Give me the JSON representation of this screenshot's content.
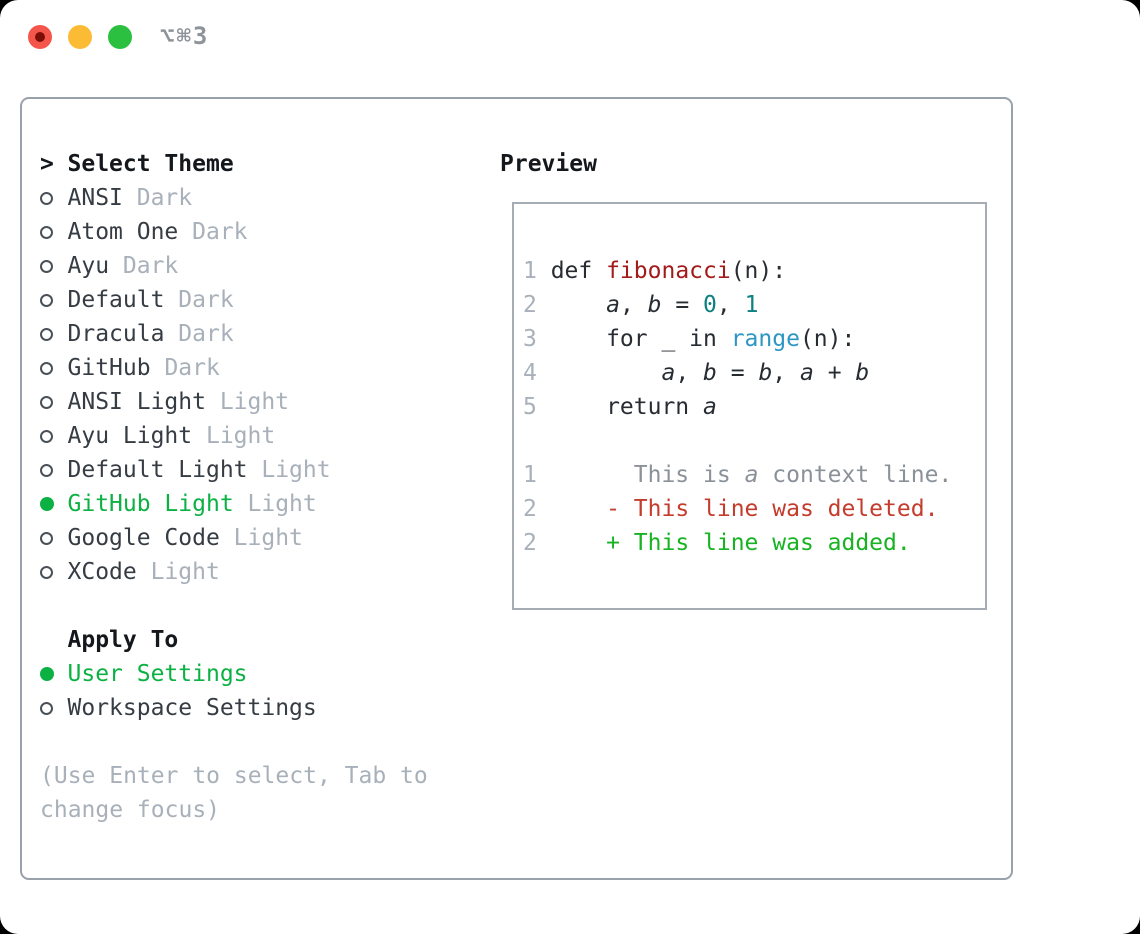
{
  "window": {
    "title": "⌥⌘3",
    "traffic_lights": [
      "close",
      "minimize",
      "zoom"
    ]
  },
  "colors": {
    "selection_green": "#0cb143",
    "diff_added_green": "#17b322",
    "diff_deleted_red": "#c53b2c",
    "function_red": "#a31a1a",
    "number_teal": "#0d8080",
    "builtin_blue": "#2d96c5",
    "muted_gray": "#a8b0ba",
    "panel_border": "#99a1aa"
  },
  "theme_list": {
    "prompt": ">",
    "header": "Select Theme",
    "items": [
      {
        "name": "ANSI",
        "variant": "Dark",
        "selected": false
      },
      {
        "name": "Atom One",
        "variant": "Dark",
        "selected": false
      },
      {
        "name": "Ayu",
        "variant": "Dark",
        "selected": false
      },
      {
        "name": "Default",
        "variant": "Dark",
        "selected": false
      },
      {
        "name": "Dracula",
        "variant": "Dark",
        "selected": false
      },
      {
        "name": "GitHub",
        "variant": "Dark",
        "selected": false
      },
      {
        "name": "ANSI Light",
        "variant": "Light",
        "selected": false
      },
      {
        "name": "Ayu Light",
        "variant": "Light",
        "selected": false
      },
      {
        "name": "Default Light",
        "variant": "Light",
        "selected": false
      },
      {
        "name": "GitHub Light",
        "variant": "Light",
        "selected": true
      },
      {
        "name": "Google Code",
        "variant": "Light",
        "selected": false
      },
      {
        "name": "XCode",
        "variant": "Light",
        "selected": false
      }
    ]
  },
  "apply_to": {
    "header": "Apply To",
    "options": [
      {
        "label": "User Settings",
        "selected": true
      },
      {
        "label": "Workspace Settings",
        "selected": false
      }
    ]
  },
  "help": {
    "line1": "(Use Enter to select, Tab to",
    "line2": "change focus)"
  },
  "preview": {
    "header": "Preview",
    "code_lines": [
      {
        "num": "1",
        "s0": "def ",
        "s1": "fibonacci",
        "s2": "(n):"
      },
      {
        "num": "2",
        "s0": "    ",
        "s1": "a",
        "s2": ", ",
        "s3": "b",
        "s4": " = ",
        "s5": "0",
        "s6": ", ",
        "s7": "1"
      },
      {
        "num": "3",
        "s0": "    for _ in ",
        "s1": "range",
        "s2": "(n):"
      },
      {
        "num": "4",
        "s0": "        ",
        "s1": "a",
        "s2": ", ",
        "s3": "b",
        "s4": " = ",
        "s5": "b",
        "s6": ", ",
        "s7": "a",
        "s8": " + ",
        "s9": "b"
      },
      {
        "num": "5",
        "s0": "    return ",
        "s1": "a"
      }
    ],
    "diff_lines": [
      {
        "num": "1",
        "s0": "      This is ",
        "s1": "a",
        "s2": " context line."
      },
      {
        "num": "2",
        "s0": "    ",
        "s1": "- This line was deleted."
      },
      {
        "num": "2",
        "s0": "    ",
        "s1": "+ This line was added."
      }
    ]
  }
}
